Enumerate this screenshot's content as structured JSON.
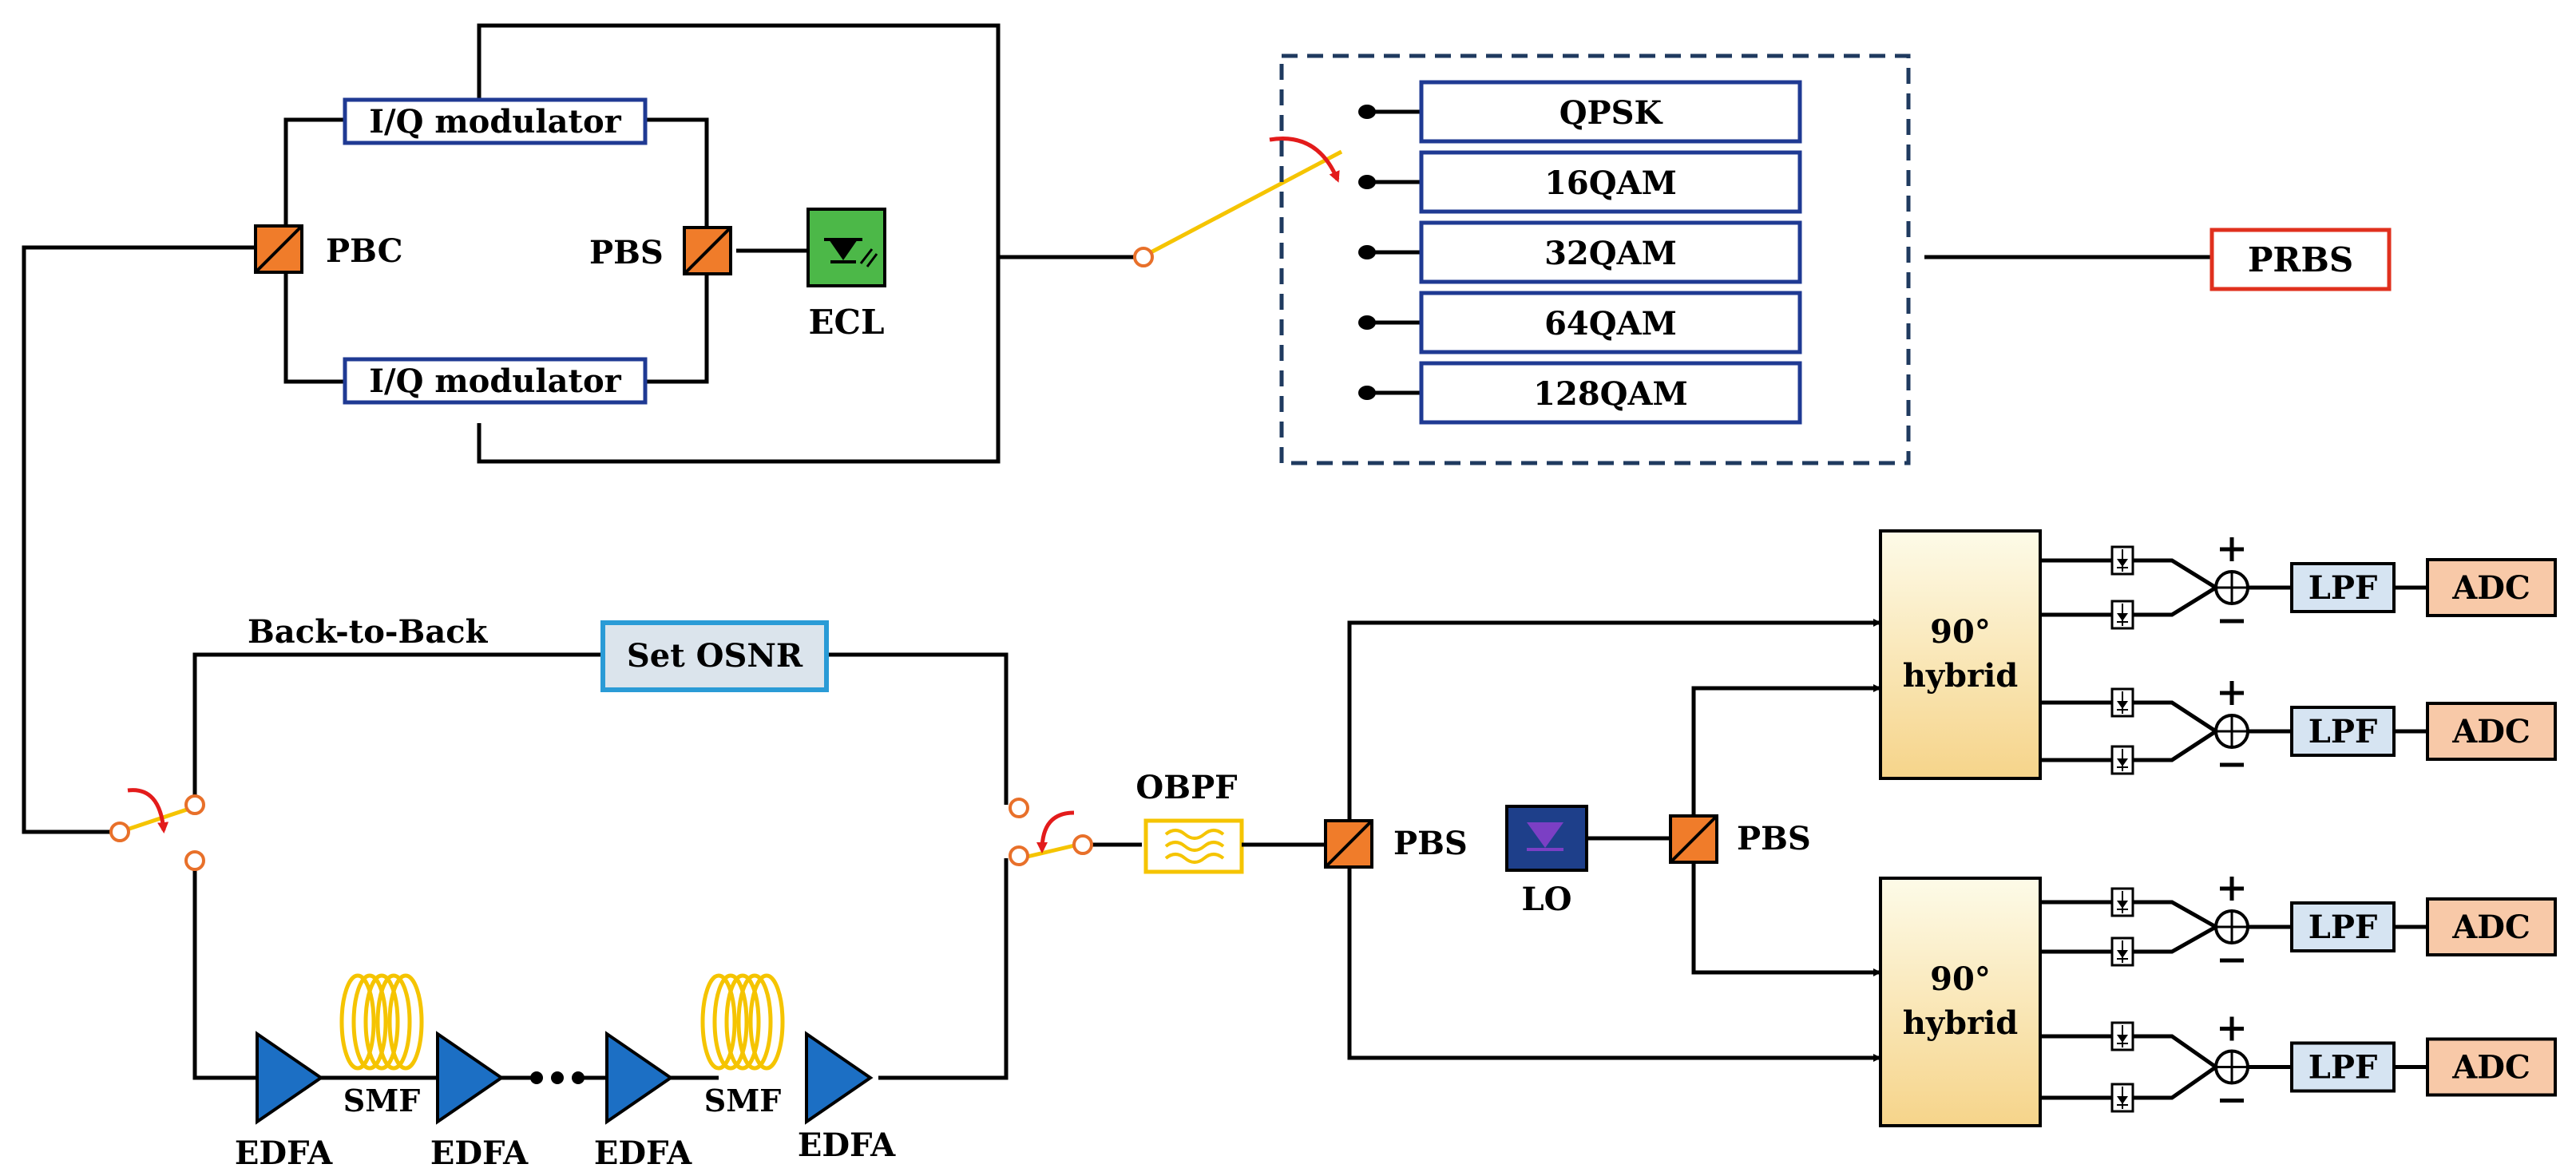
{
  "transmitter": {
    "iq_modulator_top": "I/Q modulator",
    "iq_modulator_bottom": "I/Q modulator",
    "pbc": "PBC",
    "pbs": "PBS",
    "ecl": "ECL"
  },
  "formats": [
    "QPSK",
    "16QAM",
    "32QAM",
    "64QAM",
    "128QAM"
  ],
  "prbs": "PRBS",
  "link": {
    "back_to_back": "Back-to-Back",
    "set_osnr": "Set  OSNR",
    "edfa": "EDFA",
    "smf": "SMF"
  },
  "receiver": {
    "obpf": "OBPF",
    "pbs_signal": "PBS",
    "pbs_lo": "PBS",
    "lo": "LO",
    "hybrid_line1": "90°",
    "hybrid_line2": "hybrid",
    "lpf": "LPF",
    "adc": "ADC"
  },
  "colors": {
    "splitter": "#f07c2a",
    "modulator_border": "#1f3a93",
    "prbs_border": "#e0301e",
    "edfa": "#1c6fc4",
    "fiber": "#f5c400",
    "hybrid_top": "#fdfbe8",
    "hybrid_bottom": "#f8d98e",
    "lpf_fill": "#d6e4f2",
    "adc_fill": "#f8c9a8",
    "ecl_fill": "#4cb848",
    "lo_fill": "#1e3f8a",
    "osnr_border": "#2a9bd6",
    "switch_arrow": "#e31b1b"
  }
}
